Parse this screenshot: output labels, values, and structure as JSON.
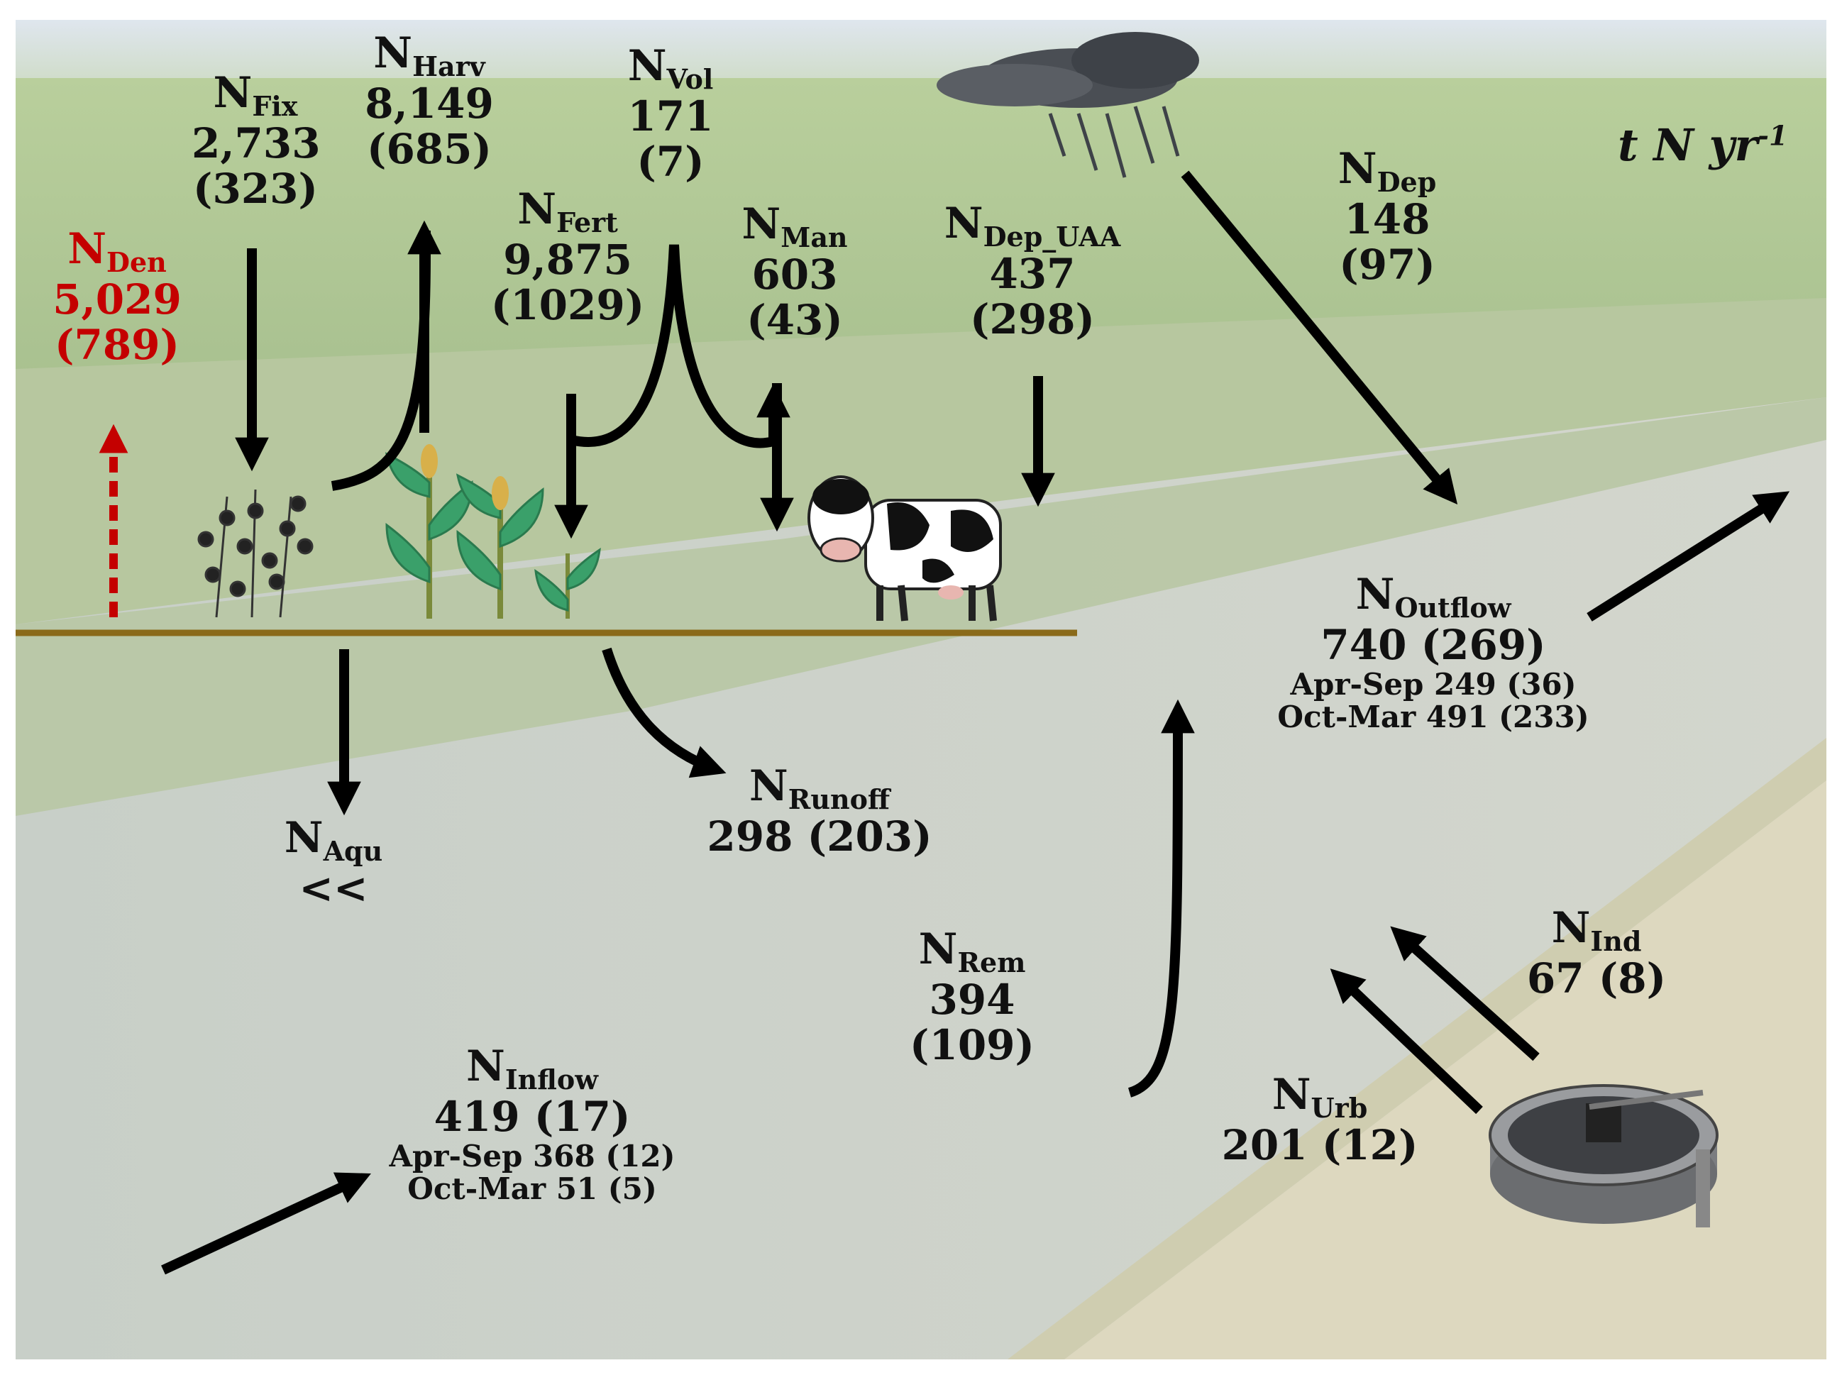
{
  "units": {
    "main": "t N yr",
    "exp": "-1"
  },
  "fluxes": {
    "fix": {
      "name": "N",
      "sub": "Fix",
      "value": "2,733",
      "sd": "(323)"
    },
    "harv": {
      "name": "N",
      "sub": "Harv",
      "value": "8,149",
      "sd": "(685)"
    },
    "vol": {
      "name": "N",
      "sub": "Vol",
      "value": "171",
      "sd": "(7)"
    },
    "fert": {
      "name": "N",
      "sub": "Fert",
      "value": "9,875",
      "sd": "(1029)"
    },
    "man": {
      "name": "N",
      "sub": "Man",
      "value": "603",
      "sd": "(43)"
    },
    "dep_uaa": {
      "name": "N",
      "sub": "Dep_UAA",
      "value": "437",
      "sd": "(298)"
    },
    "dep": {
      "name": "N",
      "sub": "Dep",
      "value": "148",
      "sd": "(97)"
    },
    "den": {
      "name": "N",
      "sub": "Den",
      "value": "5,029",
      "sd": "(789)"
    },
    "outflow": {
      "name": "N",
      "sub": "Outflow",
      "value": "740 (269)",
      "season1": "Apr-Sep 249 (36)",
      "season2": "Oct-Mar 491 (233)"
    },
    "aqu": {
      "name": "N",
      "sub": "Aqu",
      "value": "<<"
    },
    "runoff": {
      "name": "N",
      "sub": "Runoff",
      "value": "298 (203)"
    },
    "rem": {
      "name": "N",
      "sub": "Rem",
      "value": "394 (109)"
    },
    "ind": {
      "name": "N",
      "sub": "Ind",
      "value": "67 (8)"
    },
    "urb": {
      "name": "N",
      "sub": "Urb",
      "value": "201 (12)"
    },
    "inflow": {
      "name": "N",
      "sub": "Inflow",
      "value": "419 (17)",
      "season1": "Apr-Sep 368 (12)",
      "season2": "Oct-Mar 51 (5)"
    }
  },
  "colors": {
    "arrow": "#000000",
    "denitrification": "#c40000",
    "soil_line": "#8a6a1a"
  }
}
